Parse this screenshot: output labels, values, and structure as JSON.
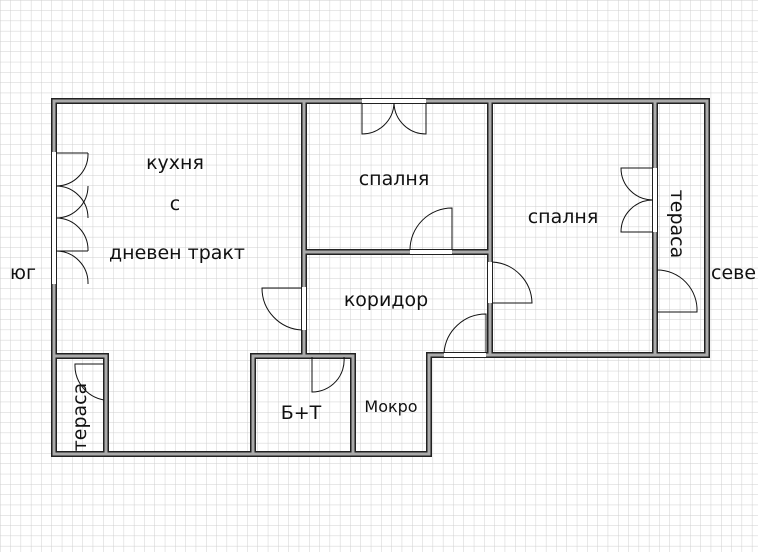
{
  "plan": {
    "rooms": {
      "kitchen_line1": "кухня",
      "kitchen_line2": "с",
      "kitchen_line3": "дневен тракт",
      "bedroom1": "спалня",
      "bedroom2": "спалня",
      "corridor": "коридор",
      "bath": "Б+Т",
      "wet": "Мокро",
      "terrace_left": "тераса",
      "terrace_right": "тераса"
    },
    "orientation": {
      "south": "юг",
      "north": "севе"
    }
  },
  "colors": {
    "wall": "#222222",
    "wall_fill": "#aaaaaa",
    "grid": "#cfcfcf"
  }
}
